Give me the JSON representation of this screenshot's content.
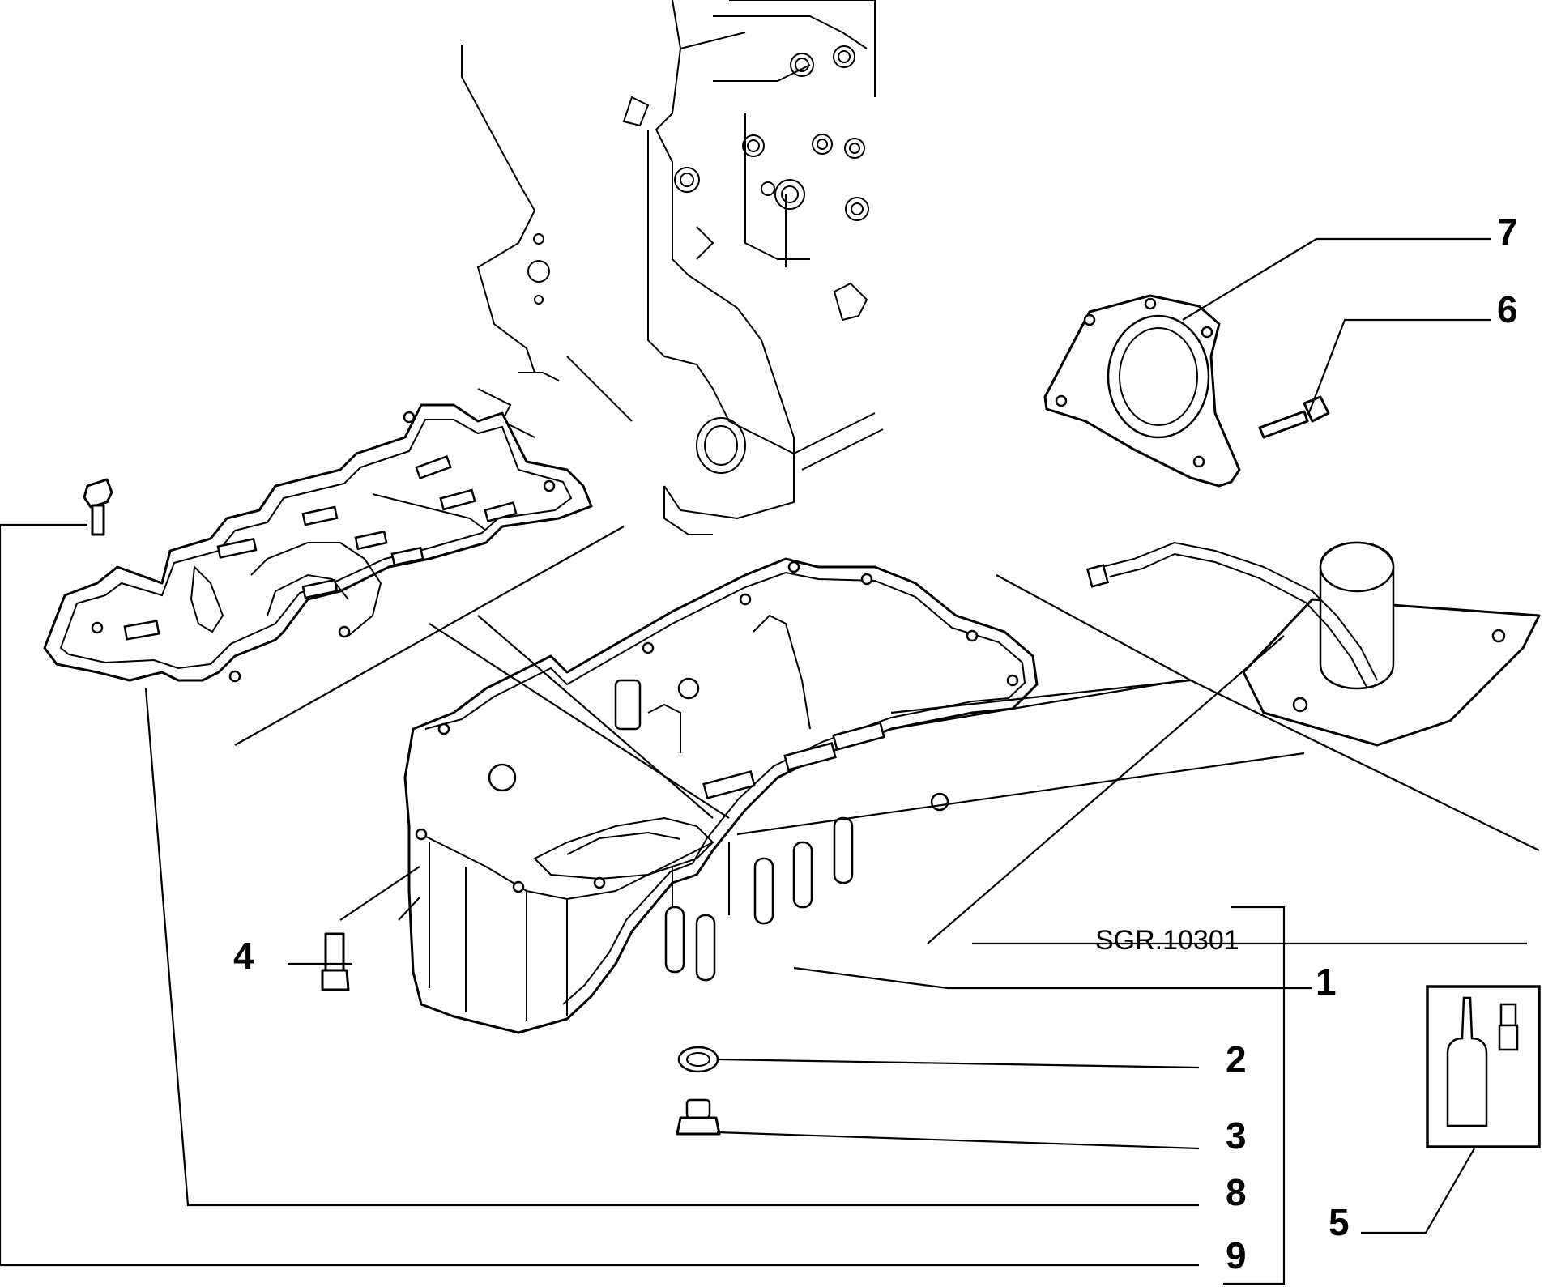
{
  "reference_code": "SGR.10301",
  "callouts": [
    {
      "id": "1",
      "label": "1",
      "part": "oil sump"
    },
    {
      "id": "2",
      "label": "2",
      "part": "drain plug washer"
    },
    {
      "id": "3",
      "label": "3",
      "part": "drain plug"
    },
    {
      "id": "4",
      "label": "4",
      "part": "sump screw"
    },
    {
      "id": "5",
      "label": "5",
      "part": "sealant kit"
    },
    {
      "id": "6",
      "label": "6",
      "part": "flange screw"
    },
    {
      "id": "7",
      "label": "7",
      "part": "rear seal flange"
    },
    {
      "id": "8",
      "label": "8",
      "part": "sump gasket"
    },
    {
      "id": "9",
      "label": "9",
      "part": "gasket screw"
    }
  ]
}
